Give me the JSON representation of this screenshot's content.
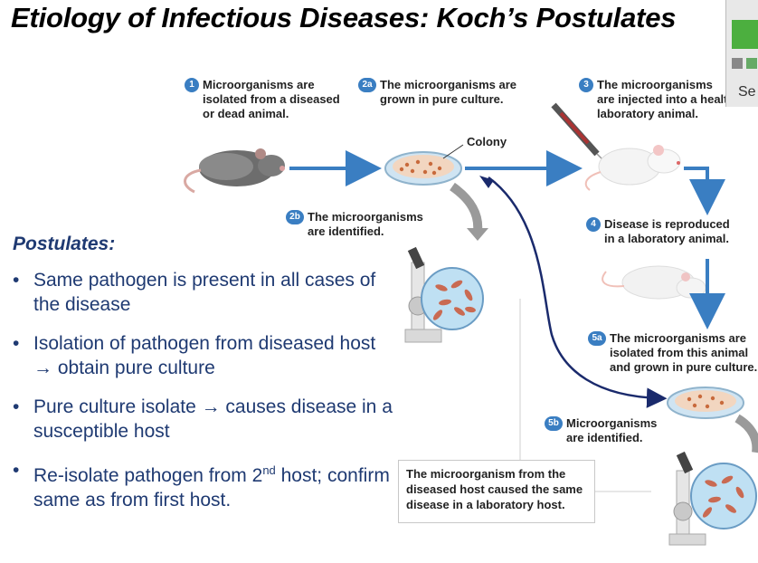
{
  "title": "Etiology of Infectious Diseases:  Koch’s Postulates",
  "steps": {
    "s1": {
      "badge": "1",
      "line1": "Microorganisms are",
      "line2": "isolated from a diseased",
      "line3": "or dead animal."
    },
    "s2a": {
      "badge": "2a",
      "line1": "The microorganisms are",
      "line2": "grown in pure culture."
    },
    "s3": {
      "badge": "3",
      "line1": "The microorganisms",
      "line2": "are injected into a healthy",
      "line3": "laboratory animal."
    },
    "s2b": {
      "badge": "2b",
      "line1": "The microorganisms",
      "line2": "are identified."
    },
    "s4": {
      "badge": "4",
      "line1": "Disease is reproduced",
      "line2": "in a laboratory animal."
    },
    "s5a": {
      "badge": "5a",
      "line1": "The microorganisms are",
      "line2": "isolated from this animal",
      "line3": "and grown in pure culture."
    },
    "s5b": {
      "badge": "5b",
      "line1": "Microorganisms",
      "line2": "are identified."
    }
  },
  "colony_label": "Colony",
  "caption": "The microorganism from the diseased host caused the same disease in a laboratory host.",
  "postulates": {
    "heading": "Postulates:",
    "items": [
      "Same pathogen is present in all cases of the disease",
      "Isolation of pathogen from diseased host → obtain pure culture",
      "Pure culture isolate → causes disease in a susceptible host"
    ],
    "last_item": {
      "before": "Re-isolate pathogen from 2",
      "sup": "nd",
      "after": " host; confirm same as from first host."
    }
  },
  "widget_text": "Se",
  "colors": {
    "accent": "#3a7ec2",
    "text_blue": "#1f3a72",
    "arrow_dark": "#1a2a6c"
  }
}
